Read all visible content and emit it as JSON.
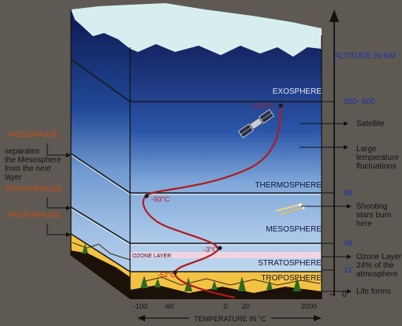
{
  "axis": {
    "altitude_title": "ALTITUDE IN KM",
    "temperature_title": "TEMPERATURE IN °C",
    "altitude_ticks": [
      "550- 600",
      "95",
      "48",
      "11",
      "0"
    ],
    "temperature_ticks": [
      "-100",
      "-60",
      "0",
      "20",
      "2000"
    ]
  },
  "layers": {
    "exosphere": "EXOSPHERE",
    "thermosphere": "THERMOSPHERE",
    "mesosphere": "MESOSPHERE",
    "stratosphere": "STRATOSPHERE",
    "troposphere": "TROPOSPHERE",
    "ozone": "OZONE LAYER"
  },
  "pauses": {
    "mesopause": "MESOPAUSE",
    "mesopause_note": [
      "separates",
      "the  Mesosphere",
      "from the next",
      "layer"
    ],
    "stratopause": "STRATOPAUSE",
    "tropopause": "TROPOPAUSE"
  },
  "temperatures": {
    "thermo_top": "1727°C",
    "mesopause": "-93°C",
    "stratopause": "-3°C",
    "tropopause": "-52°C"
  },
  "annotations": {
    "satellite": "Satellite",
    "fluctuations": [
      "Large",
      "temperature",
      "fluctuations"
    ],
    "shooting_stars": [
      "Shooting",
      "stars burn",
      "here"
    ],
    "ozone": [
      "Ozone Layer",
      "24% of the",
      "atmosphere"
    ],
    "life": "Life forms"
  },
  "colors": {
    "background": "#5e5a53",
    "axis_blue": "#1a2fb0",
    "pause_orange": "#c84c12",
    "temp_red": "#c01818",
    "curve_red": "#b11a1a"
  }
}
